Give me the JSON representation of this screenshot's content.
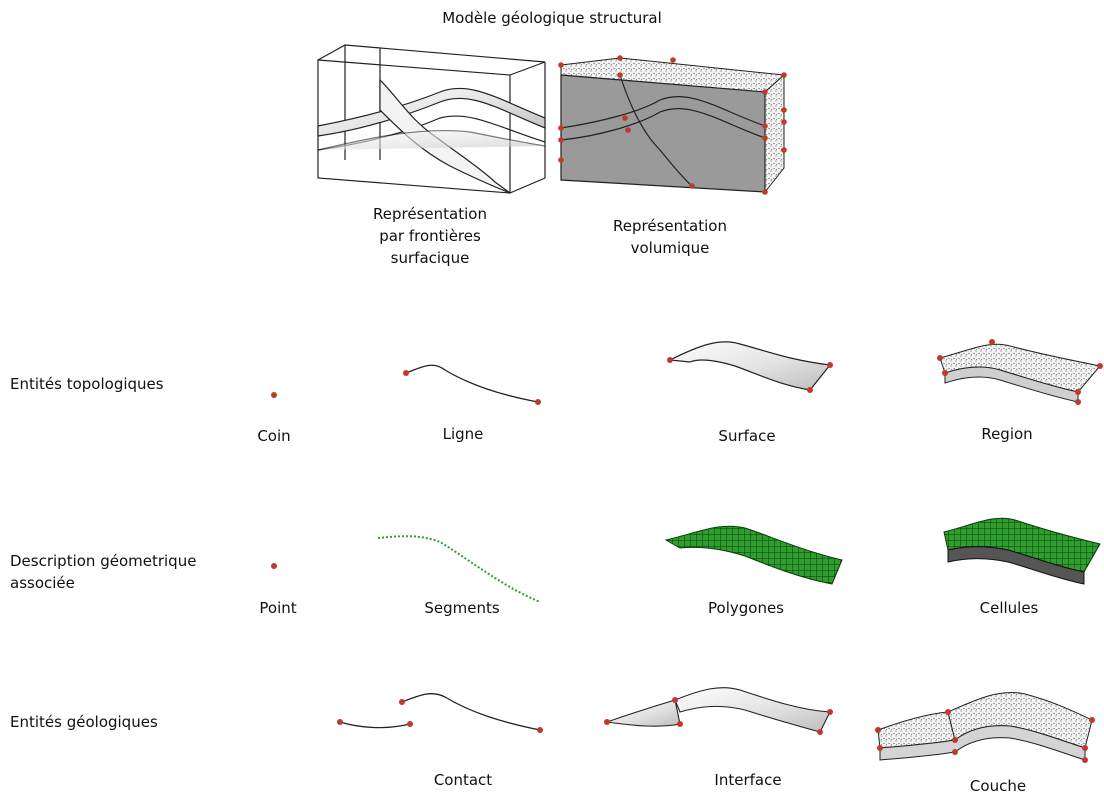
{
  "title": "Modèle géologique structural",
  "representations": {
    "boundary": [
      "Représentation",
      "par frontières",
      "surfacique"
    ],
    "volume": [
      "Représentation",
      "volumique"
    ]
  },
  "rows": {
    "topological": {
      "label": [
        "Entités topologiques"
      ],
      "items": [
        "Coin",
        "Ligne",
        "Surface",
        "Region"
      ]
    },
    "geometric": {
      "label": [
        "Description géometrique",
        "associée"
      ],
      "items": [
        "Point",
        "Segments",
        "Polygones",
        "Cellules"
      ]
    },
    "geological": {
      "label": [
        "Entités géologiques"
      ],
      "items": [
        "Contact",
        "Interface",
        "Couche"
      ]
    }
  },
  "colors": {
    "line": "#222222",
    "corner_point": "#c0392b",
    "surface_fill": "#e6e6e6",
    "volume_fill": "#9a9a9a",
    "mesh_green": "#2e9e2e"
  }
}
